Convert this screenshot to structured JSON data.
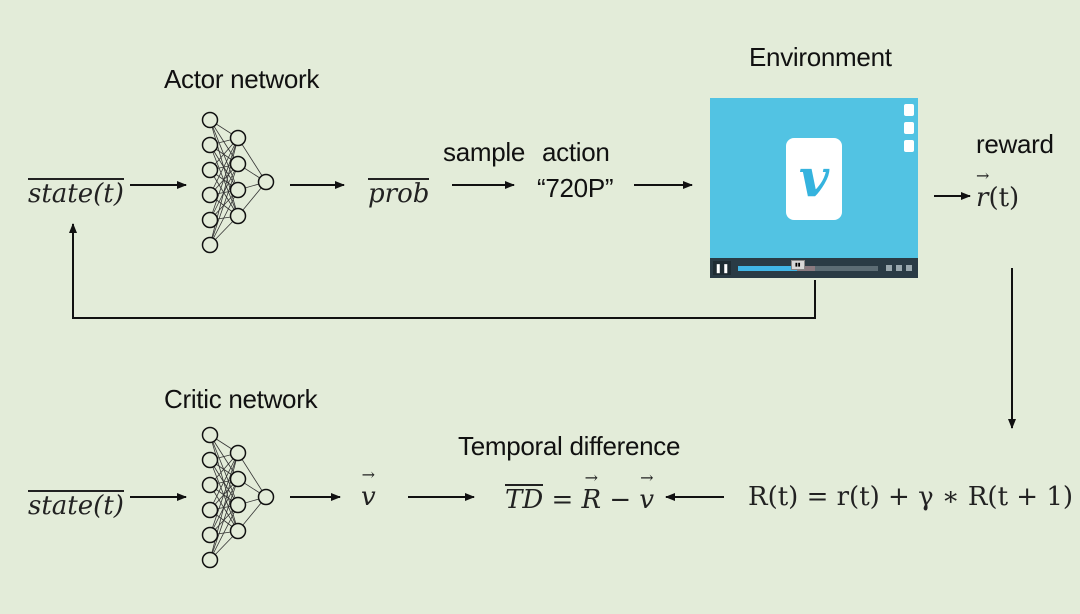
{
  "actor": {
    "title": "Actor network",
    "input": "state(t)",
    "output": "prob"
  },
  "action": {
    "sample_label": "sample",
    "action_label": "action",
    "action_value": "“720P”"
  },
  "environment": {
    "title": "Environment",
    "logo_letter": "v",
    "progress": 0.42,
    "buffered": 0.55,
    "thumb_label": "▮▮"
  },
  "reward": {
    "label": "reward",
    "symbol": "r",
    "arg": "(t)"
  },
  "critic": {
    "title": "Critic network",
    "input": "state(t)",
    "output": "v"
  },
  "td": {
    "title": "Temporal difference",
    "lhs": "TD",
    "eq": " = ",
    "R": "R",
    "minus": " − ",
    "v": "v"
  },
  "return_formula": "R(t) = r(t) + γ ∗ R(t + 1)",
  "colors": {
    "background": "#e3ecd9",
    "player": "#52c3e3",
    "logo": "#35b3de"
  }
}
